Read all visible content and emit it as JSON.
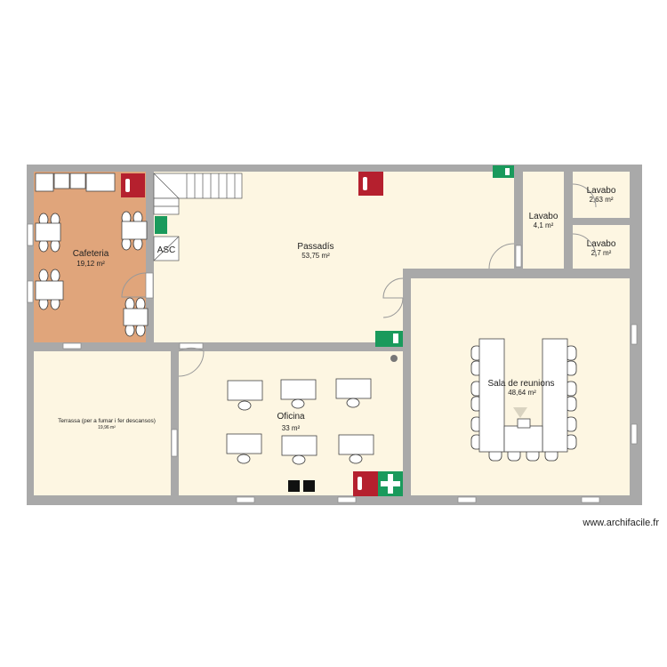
{
  "plan": {
    "rooms": [
      {
        "name": "Cafeteria",
        "area": "19,12 m²",
        "color": "#e0a57b"
      },
      {
        "name": "Passadís",
        "area": "53,75 m²",
        "color": "#fdf6e2"
      },
      {
        "name": "Lavabo",
        "area": "4,1 m²",
        "color": "#fdf6e2"
      },
      {
        "name": "Lavabo",
        "area": "2,63 m²",
        "color": "#fdf6e2"
      },
      {
        "name": "Lavabo",
        "area": "2,7 m²",
        "color": "#fdf6e2"
      },
      {
        "name": "Sala de reunions",
        "area": "48,64 m²",
        "color": "#fdf6e2"
      },
      {
        "name": "Oficina",
        "area": "33 m²",
        "color": "#fdf6e2"
      },
      {
        "name": "Terrassa (per a fumar i fer descansos)",
        "area": "19,96 m²",
        "color": "#fdf6e2"
      }
    ],
    "elevator_label": "ASC",
    "wall_color": "#a9a9a9",
    "fire_sign_color": "#b5202e",
    "safety_sign_color": "#1a9a5c",
    "icons": [
      "fire-extinguisher-icon",
      "emergency-exit-icon",
      "first-aid-icon",
      "stairs-icon",
      "elevator-icon"
    ]
  },
  "watermark": "www.archifacile.fr"
}
